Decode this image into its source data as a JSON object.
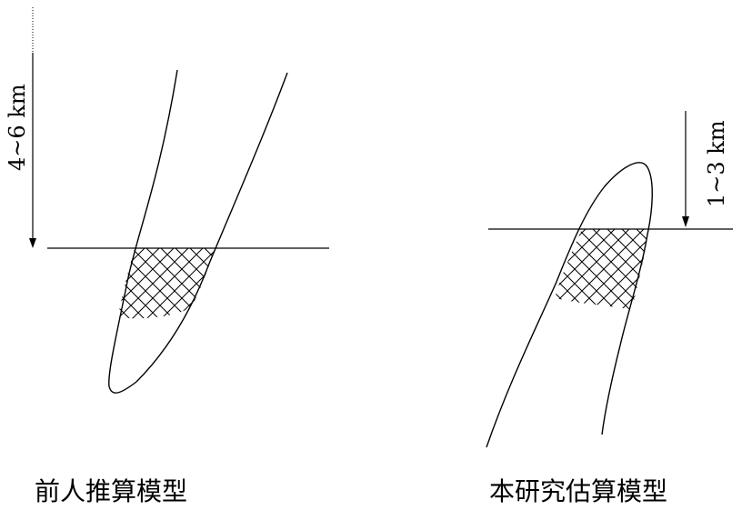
{
  "left_model": {
    "depth_label": "4~6 km",
    "caption": "前人推算模型"
  },
  "right_model": {
    "depth_label": "1~3 km",
    "caption": "本研究估算模型"
  }
}
